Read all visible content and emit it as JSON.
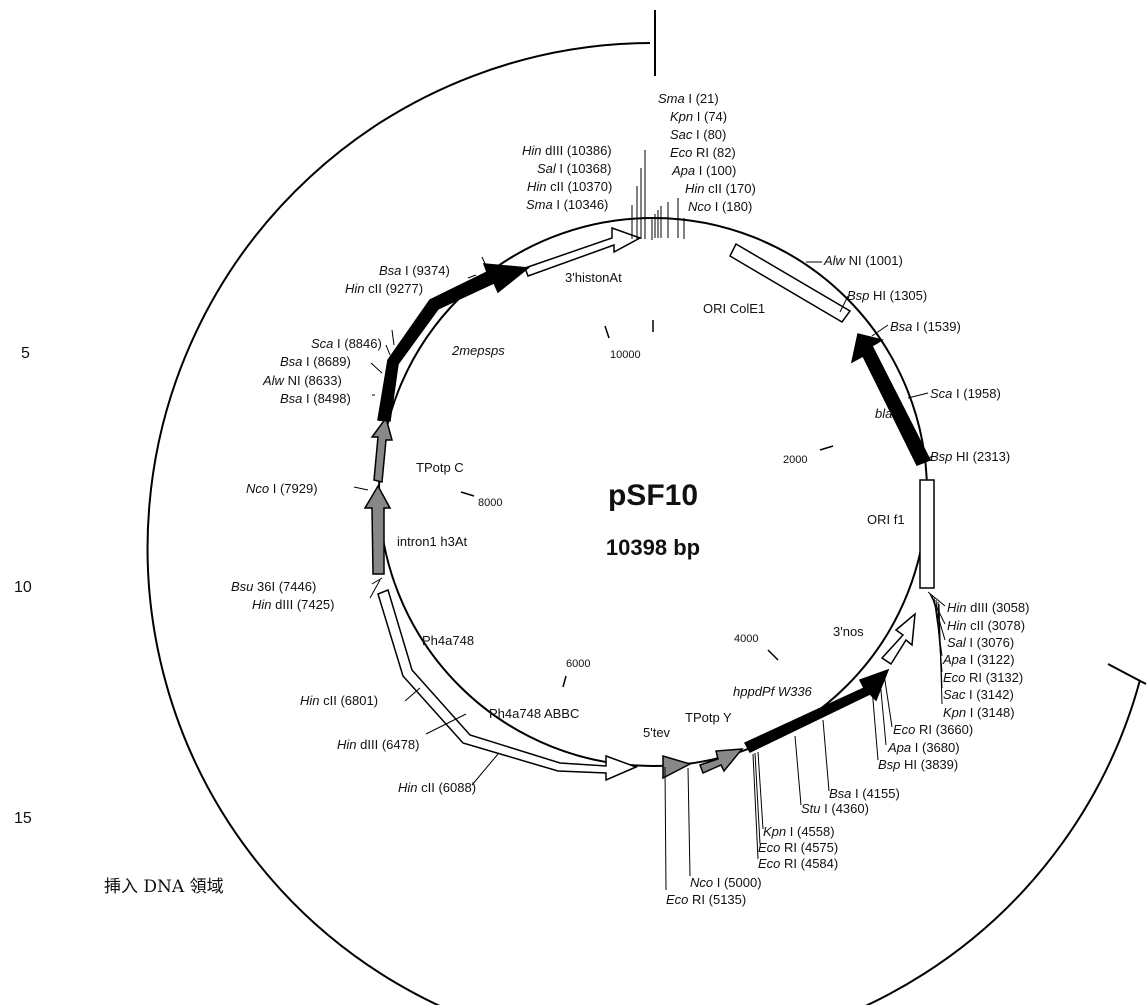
{
  "plasmid": {
    "name": "pSF10",
    "size_label": "10398 bp",
    "length": 10398
  },
  "line_numbers": [
    "5",
    "10",
    "15"
  ],
  "region_label": "挿入 DNA 領域",
  "features": [
    {
      "label": "3'histonAt",
      "italic": false
    },
    {
      "label": "ORI ColE1",
      "italic": false
    },
    {
      "label": "bla",
      "italic": true
    },
    {
      "label": "ORI f1",
      "italic": false
    },
    {
      "label": "3'nos",
      "italic": false
    },
    {
      "label": "hppdPf W336",
      "italic": true
    },
    {
      "label": "TPotp Y",
      "italic": false
    },
    {
      "label": "5'tev",
      "italic": false
    },
    {
      "label": "Ph4a748 ABBC",
      "italic": false
    },
    {
      "label": "Ph4a748",
      "italic": false
    },
    {
      "label": "intron1 h3At",
      "italic": false
    },
    {
      "label": "TPotp C",
      "italic": false
    },
    {
      "label": "2mepsps",
      "italic": true
    }
  ],
  "scale_ticks": [
    "2000",
    "4000",
    "6000",
    "8000",
    "10000"
  ],
  "sites": [
    {
      "enzyme": "Sma",
      "suffix": "I",
      "pos": "(21)"
    },
    {
      "enzyme": "Kpn",
      "suffix": "I",
      "pos": "(74)"
    },
    {
      "enzyme": "Sac",
      "suffix": "I",
      "pos": "(80)"
    },
    {
      "enzyme": "Eco",
      "suffix": "RI",
      "pos": "(82)"
    },
    {
      "enzyme": "Apa",
      "suffix": "I",
      "pos": "(100)"
    },
    {
      "enzyme": "Hin",
      "suffix": "cII",
      "pos": "(170)"
    },
    {
      "enzyme": "Nco",
      "suffix": "I",
      "pos": "(180)"
    },
    {
      "enzyme": "Hin",
      "suffix": "dIII",
      "pos": "(10386)"
    },
    {
      "enzyme": "Sal",
      "suffix": "I",
      "pos": "(10368)"
    },
    {
      "enzyme": "Hin",
      "suffix": "cII",
      "pos": "(10370)"
    },
    {
      "enzyme": "Sma",
      "suffix": "I",
      "pos": "(10346)"
    },
    {
      "enzyme": "Alw",
      "suffix": "NI",
      "pos": "(1001)"
    },
    {
      "enzyme": "Bsp",
      "suffix": "HI",
      "pos": "(1305)"
    },
    {
      "enzyme": "Bsa",
      "suffix": "I",
      "pos": "(1539)"
    },
    {
      "enzyme": "Sca",
      "suffix": "I",
      "pos": "(1958)"
    },
    {
      "enzyme": "Bsp",
      "suffix": "HI",
      "pos": "(2313)"
    },
    {
      "enzyme": "Hin",
      "suffix": "dIII",
      "pos": "(3058)"
    },
    {
      "enzyme": "Hin",
      "suffix": "cII",
      "pos": "(3078)"
    },
    {
      "enzyme": "Sal",
      "suffix": "I",
      "pos": "(3076)"
    },
    {
      "enzyme": "Apa",
      "suffix": "I",
      "pos": "(3122)"
    },
    {
      "enzyme": "Eco",
      "suffix": "RI",
      "pos": "(3132)"
    },
    {
      "enzyme": "Sac",
      "suffix": "I",
      "pos": "(3142)"
    },
    {
      "enzyme": "Kpn",
      "suffix": "I",
      "pos": "(3148)"
    },
    {
      "enzyme": "Eco",
      "suffix": "RI",
      "pos": "(3660)"
    },
    {
      "enzyme": "Apa",
      "suffix": "I",
      "pos": "(3680)"
    },
    {
      "enzyme": "Bsp",
      "suffix": "HI",
      "pos": "(3839)"
    },
    {
      "enzyme": "Bsa",
      "suffix": "I",
      "pos": "(4155)"
    },
    {
      "enzyme": "Stu",
      "suffix": "I",
      "pos": "(4360)"
    },
    {
      "enzyme": "Kpn",
      "suffix": "I",
      "pos": "(4558)"
    },
    {
      "enzyme": "Eco",
      "suffix": "RI",
      "pos": "(4575)"
    },
    {
      "enzyme": "Eco",
      "suffix": "RI",
      "pos": "(4584)"
    },
    {
      "enzyme": "Nco",
      "suffix": "I",
      "pos": "(5000)"
    },
    {
      "enzyme": "Eco",
      "suffix": "RI",
      "pos": "(5135)"
    },
    {
      "enzyme": "Hin",
      "suffix": "cII",
      "pos": "(6088)"
    },
    {
      "enzyme": "Hin",
      "suffix": "dIII",
      "pos": "(6478)"
    },
    {
      "enzyme": "Hin",
      "suffix": "cII",
      "pos": "(6801)"
    },
    {
      "enzyme": "Hin",
      "suffix": "dIII",
      "pos": "(7425)"
    },
    {
      "enzyme": "Bsu",
      "suffix": "36I",
      "pos": "(7446)"
    },
    {
      "enzyme": "Nco",
      "suffix": "I",
      "pos": "(7929)"
    },
    {
      "enzyme": "Bsa",
      "suffix": "I",
      "pos": "(8498)"
    },
    {
      "enzyme": "Alw",
      "suffix": "NI",
      "pos": "(8633)"
    },
    {
      "enzyme": "Bsa",
      "suffix": "I",
      "pos": "(8689)"
    },
    {
      "enzyme": "Sca",
      "suffix": "I",
      "pos": "(8846)"
    },
    {
      "enzyme": "Hin",
      "suffix": "cII",
      "pos": "(9277)"
    },
    {
      "enzyme": "Bsa",
      "suffix": "I",
      "pos": "(9374)"
    }
  ]
}
